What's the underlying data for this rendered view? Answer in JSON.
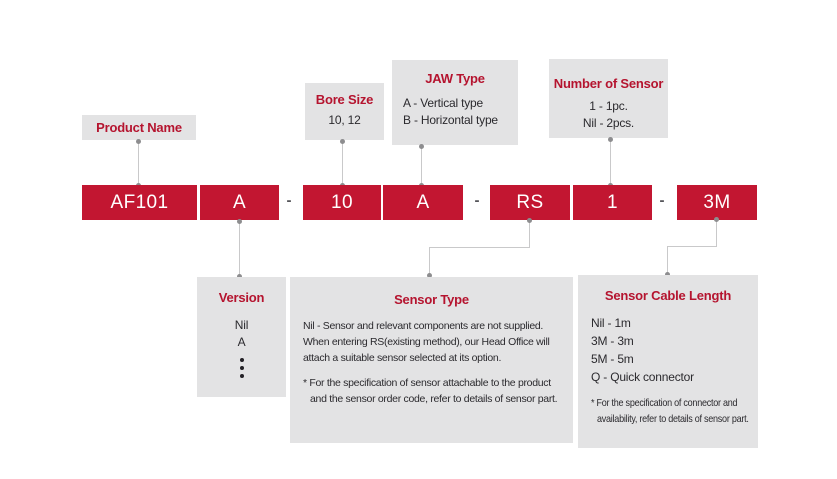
{
  "colors": {
    "accent_red": "#c21631",
    "title_red": "#b5142f",
    "panel_gray": "#e3e3e4",
    "text": "#2b2a2e"
  },
  "top_labels": {
    "product_name": {
      "title": "Product Name"
    },
    "bore_size": {
      "title": "Bore Size",
      "value": "10, 12"
    },
    "jaw_type": {
      "title": "JAW Type",
      "options": [
        "A - Vertical type",
        "B - Horizontal type"
      ]
    },
    "number_of_sensor": {
      "title": "Number of Sensor",
      "options": [
        "1 - 1pc.",
        "Nil - 2pcs."
      ]
    }
  },
  "code_row": {
    "separator": "-",
    "segments": {
      "product": "AF101",
      "version": "A",
      "bore_size": "10",
      "jaw_type": "A",
      "sensor_type": "RS",
      "sensor_count": "1",
      "cable_length": "3M"
    }
  },
  "detail_panels": {
    "version": {
      "title": "Version",
      "options": [
        "Nil",
        "A"
      ],
      "more_icon": "vertical-ellipsis"
    },
    "sensor_type": {
      "title": "Sensor Type",
      "description": "Nil - Sensor and relevant components are not supplied. When entering RS(existing method), our Head Office will attach a suitable sensor selected at its option.",
      "note": "* For the specification of sensor attachable to the product and the sensor order code, refer to details of sensor part."
    },
    "sensor_cable_length": {
      "title": "Sensor Cable Length",
      "options": [
        "Nil - 1m",
        "3M - 3m",
        "5M - 5m",
        "Q - Quick connector"
      ],
      "note": "* For the specification of connector and availability, refer to details of sensor part."
    }
  }
}
